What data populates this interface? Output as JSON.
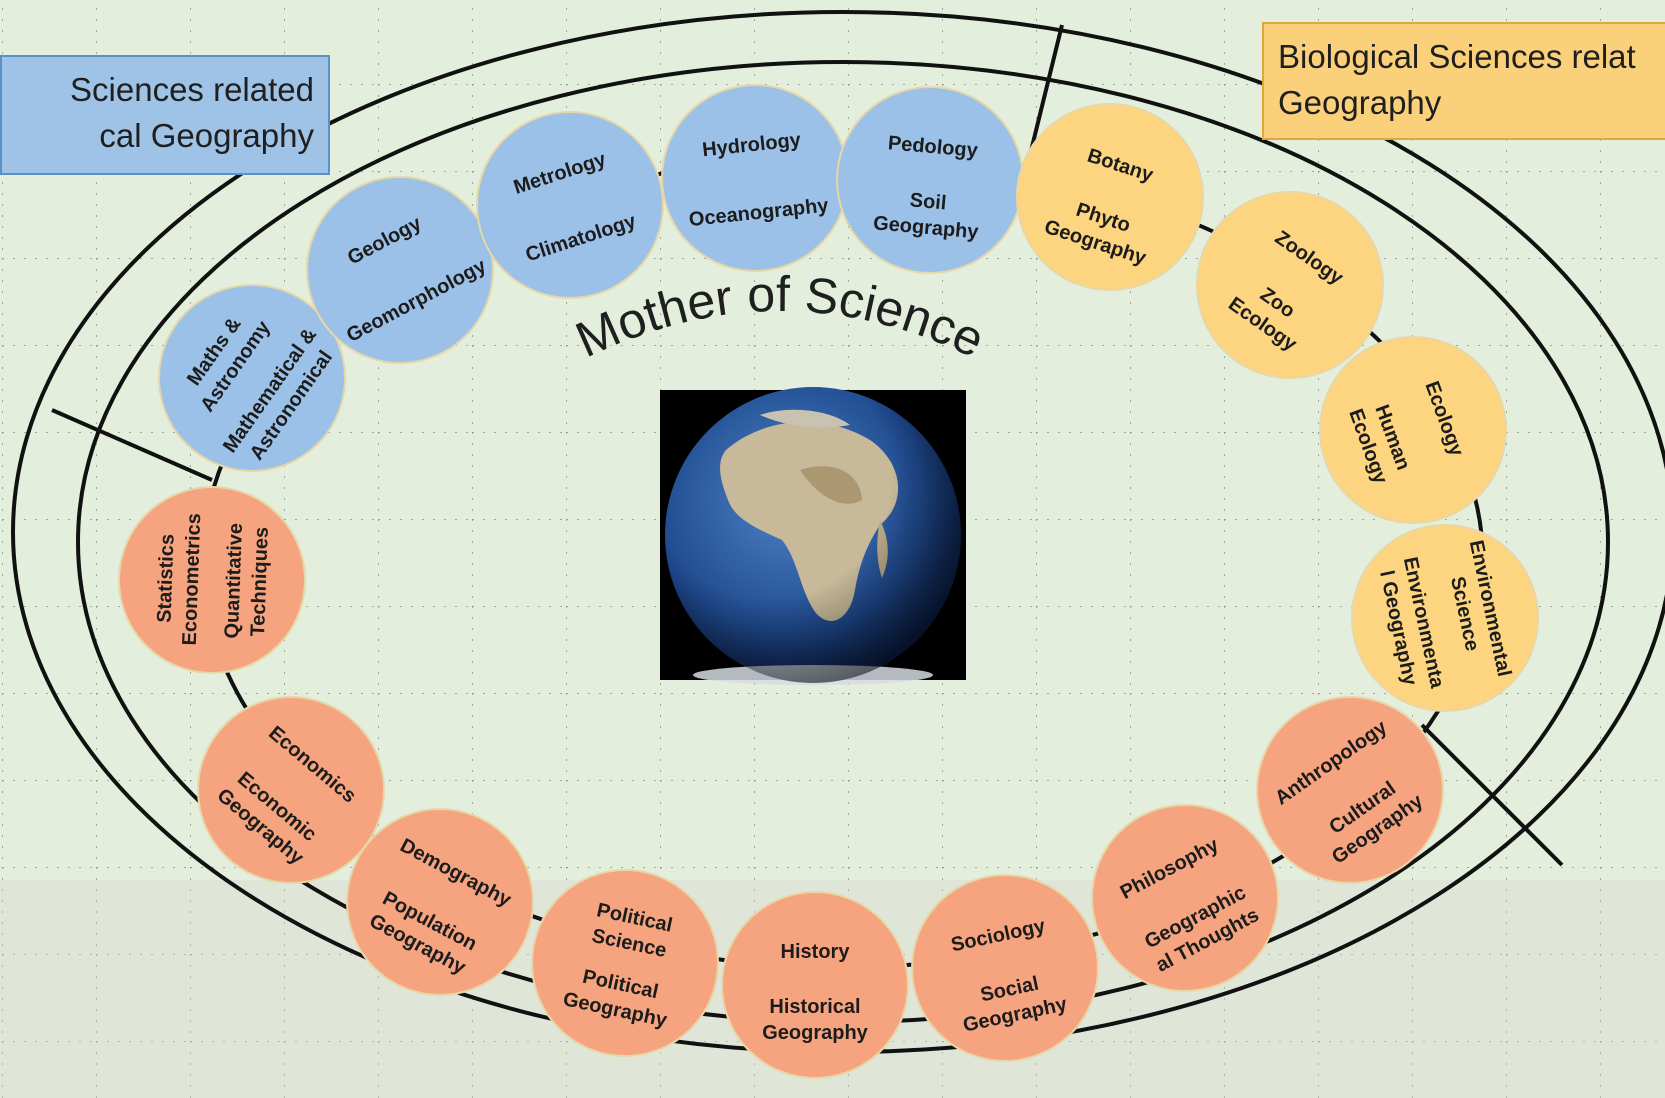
{
  "diagram": {
    "title": "Mother of Science",
    "legends": {
      "physical": [
        "Sciences related",
        "cal Geography"
      ],
      "biological": [
        "Biological Sciences relat",
        "Geography"
      ]
    },
    "colors": {
      "physical": "#9cc1e8",
      "biological": "#fdd47f",
      "social": "#f6a47f",
      "background": "#e4eedc",
      "lines": "#111111"
    },
    "topics": [
      {
        "group": "physical",
        "outer": [
          "Maths &",
          "Astronomy"
        ],
        "inner": [
          "Mathematical &",
          "Astronomical"
        ]
      },
      {
        "group": "physical",
        "outer": [
          "Geology"
        ],
        "inner": [
          "Geomorphology"
        ]
      },
      {
        "group": "physical",
        "outer": [
          "Metrology"
        ],
        "inner": [
          "Climatology"
        ]
      },
      {
        "group": "physical",
        "outer": [
          "Hydrology"
        ],
        "inner": [
          "Oceanography"
        ]
      },
      {
        "group": "physical",
        "outer": [
          "Pedology"
        ],
        "inner": [
          "Soil",
          "Geography"
        ]
      },
      {
        "group": "biological",
        "outer": [
          "Botany"
        ],
        "inner": [
          "Phyto",
          "Geography"
        ]
      },
      {
        "group": "biological",
        "outer": [
          "Zoology"
        ],
        "inner": [
          "Zoo",
          "Ecology"
        ]
      },
      {
        "group": "biological",
        "outer": [
          "Ecology"
        ],
        "inner": [
          "Human",
          "Ecology"
        ]
      },
      {
        "group": "biological",
        "outer": [
          "Environmental",
          "Science"
        ],
        "inner": [
          "Environmenta",
          "l Geography"
        ]
      },
      {
        "group": "social",
        "outer": [
          "Anthropology"
        ],
        "inner": [
          "Cultural",
          "Geography"
        ]
      },
      {
        "group": "social",
        "outer": [
          "Philosophy"
        ],
        "inner": [
          "Geographic",
          "al Thoughts"
        ]
      },
      {
        "group": "social",
        "outer": [
          "Sociology"
        ],
        "inner": [
          "Social",
          "Geography"
        ]
      },
      {
        "group": "social",
        "outer": [
          "History"
        ],
        "inner": [
          "Historical",
          "Geography"
        ]
      },
      {
        "group": "social",
        "outer": [
          "Political",
          "Science"
        ],
        "inner": [
          "Political",
          "Geography"
        ]
      },
      {
        "group": "social",
        "outer": [
          "Demography"
        ],
        "inner": [
          "Population",
          "Geography"
        ]
      },
      {
        "group": "social",
        "outer": [
          "Economics"
        ],
        "inner": [
          "Economic",
          "Geography"
        ]
      },
      {
        "group": "social",
        "outer": [
          "Statistics",
          "Econometrics"
        ],
        "inner": [
          "Quantitative",
          "Techniques"
        ]
      }
    ]
  }
}
